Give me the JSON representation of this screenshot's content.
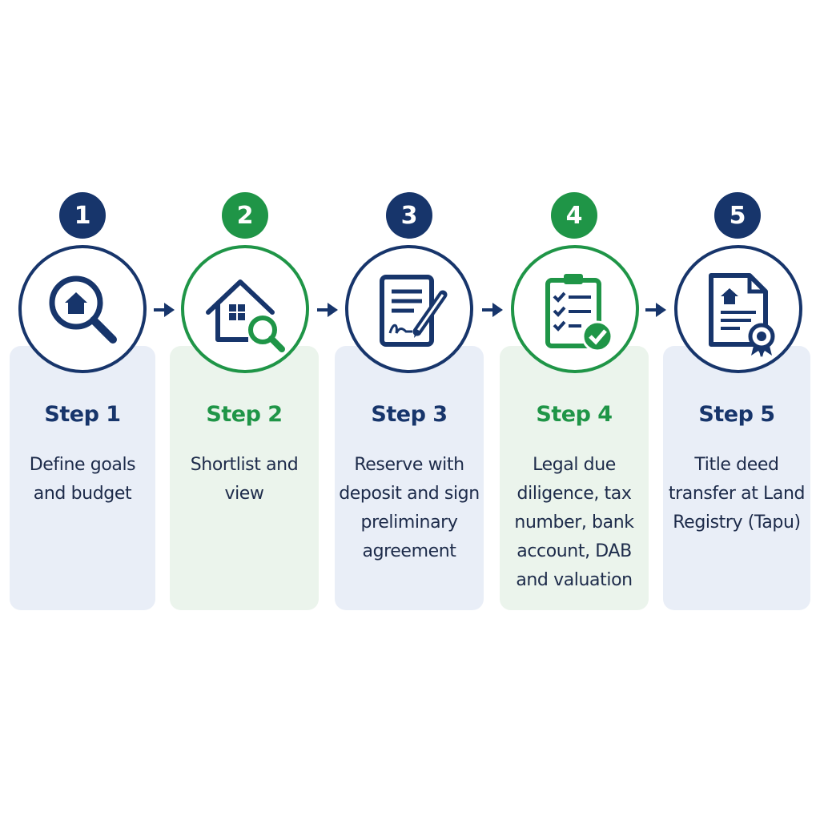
{
  "colors": {
    "navy": "#17356b",
    "green": "#1f9547",
    "navy_card": "#e9eef7",
    "green_card": "#ebf4ec"
  },
  "steps": [
    {
      "number": "1",
      "title": "Step 1",
      "description": "Define goals and budget",
      "icon": "home-search-icon",
      "accent": "navy"
    },
    {
      "number": "2",
      "title": "Step 2",
      "description": "Shortlist and view",
      "icon": "house-magnifier-icon",
      "accent": "green"
    },
    {
      "number": "3",
      "title": "Step 3",
      "description": "Reserve with deposit and sign preliminary agreement",
      "icon": "signed-document-icon",
      "accent": "navy"
    },
    {
      "number": "4",
      "title": "Step 4",
      "description": "Legal due diligence, tax number, bank account, DAB and valuation",
      "icon": "checklist-clipboard-icon",
      "accent": "green"
    },
    {
      "number": "5",
      "title": "Step 5",
      "description": "Title deed transfer at Land Registry (Tapu)",
      "icon": "title-deed-icon",
      "accent": "navy"
    }
  ]
}
